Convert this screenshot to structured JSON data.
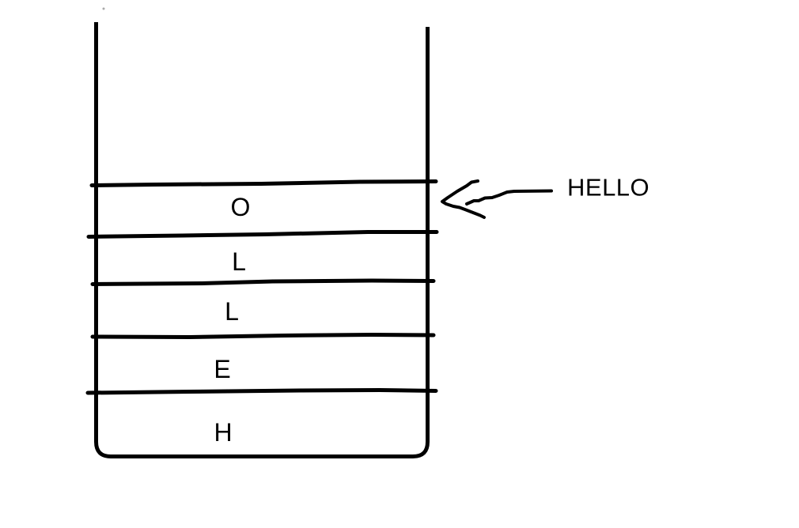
{
  "diagram": {
    "type": "stack",
    "description": "Hand-drawn stack diagram of the word HELLO, pushed bottom-to-top",
    "rows_top_to_bottom": [
      {
        "label": "O"
      },
      {
        "label": "L"
      },
      {
        "label": "L"
      },
      {
        "label": "E"
      },
      {
        "label": "H"
      }
    ],
    "word_bottom_to_top": "HELLO",
    "annotation": {
      "label": "HELLO",
      "target_row": "O"
    }
  },
  "colors": {
    "background": "#ffffff",
    "stroke": "#000000"
  }
}
